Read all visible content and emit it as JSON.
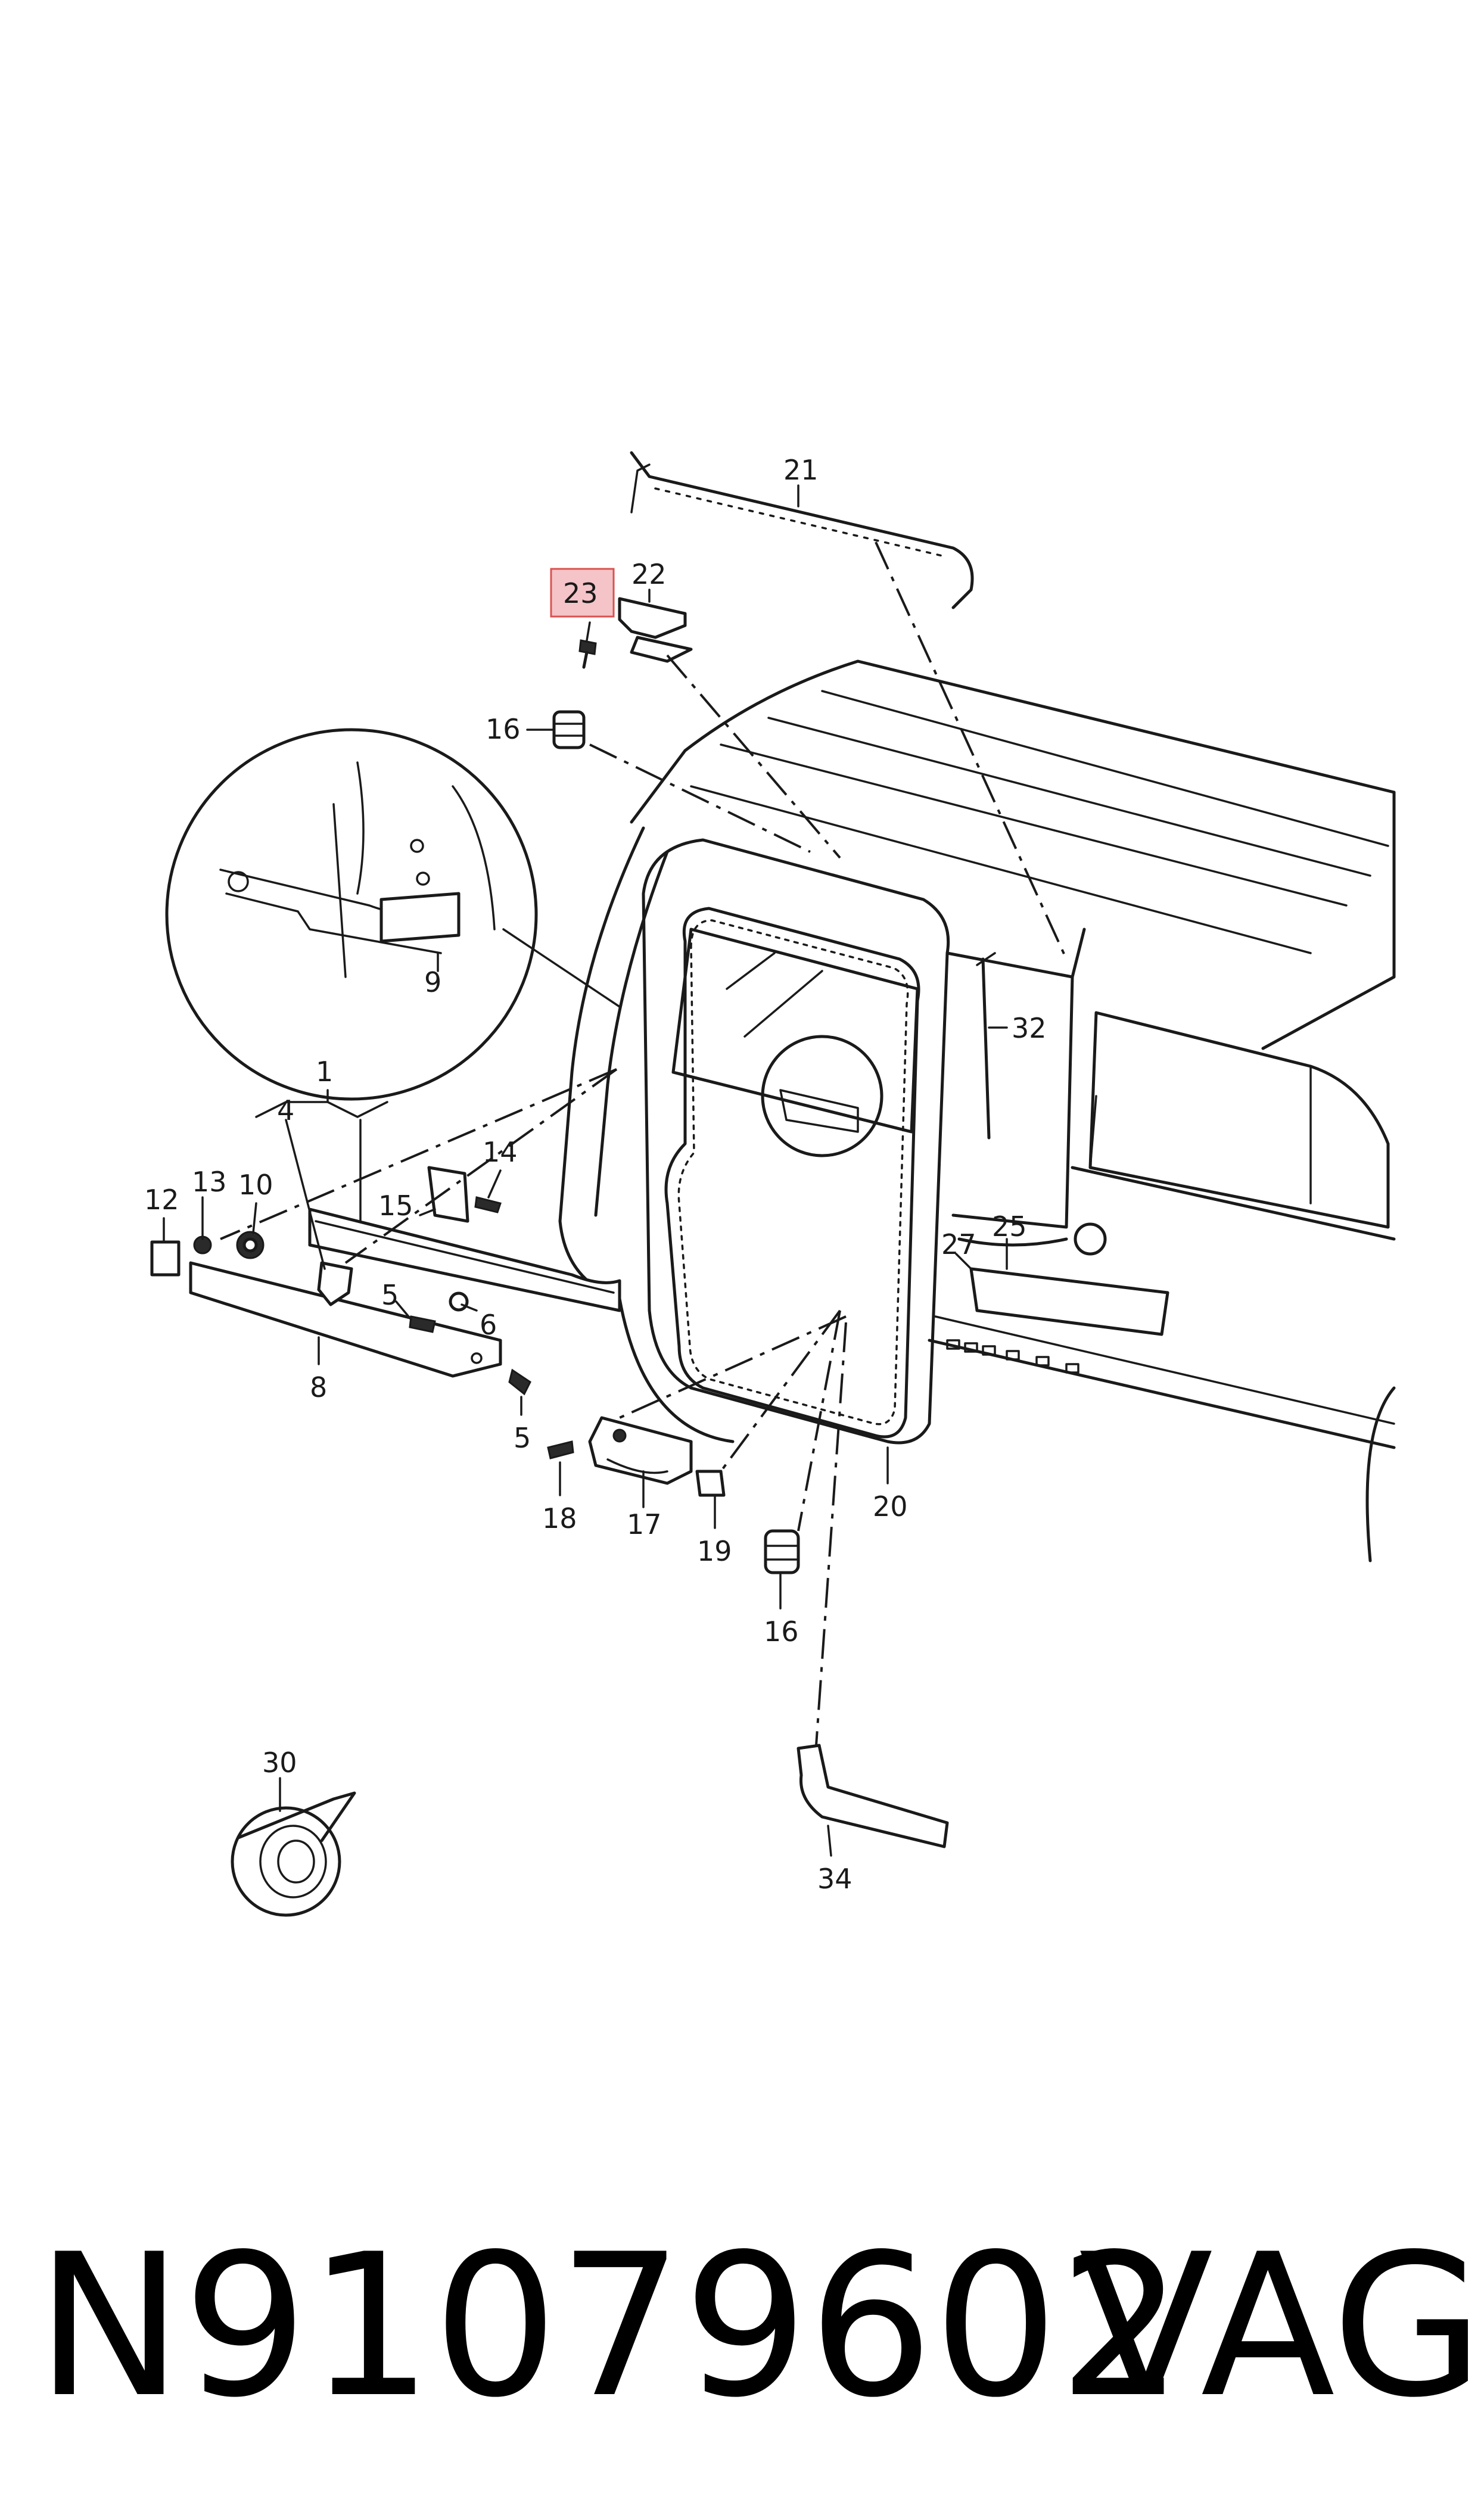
{
  "callouts": {
    "c1": "1",
    "c4": "4",
    "c5a": "5",
    "c5b": "5",
    "c6": "6",
    "c8": "8",
    "c9": "9",
    "c10": "10",
    "c12": "12",
    "c13": "13",
    "c14": "14",
    "c15": "15",
    "c16a": "16",
    "c16b": "16",
    "c17": "17",
    "c18": "18",
    "c19": "19",
    "c20": "20",
    "c21": "21",
    "c22": "22",
    "c23": "23",
    "c25": "25",
    "c27": "27",
    "c30": "30",
    "c32": "32",
    "c34": "34"
  },
  "highlighted_callout": "23",
  "highlight_color": "#f4c4c8",
  "highlight_border": "#d9534f",
  "footer": {
    "part_number": "N91079602",
    "brand": "VAG"
  }
}
